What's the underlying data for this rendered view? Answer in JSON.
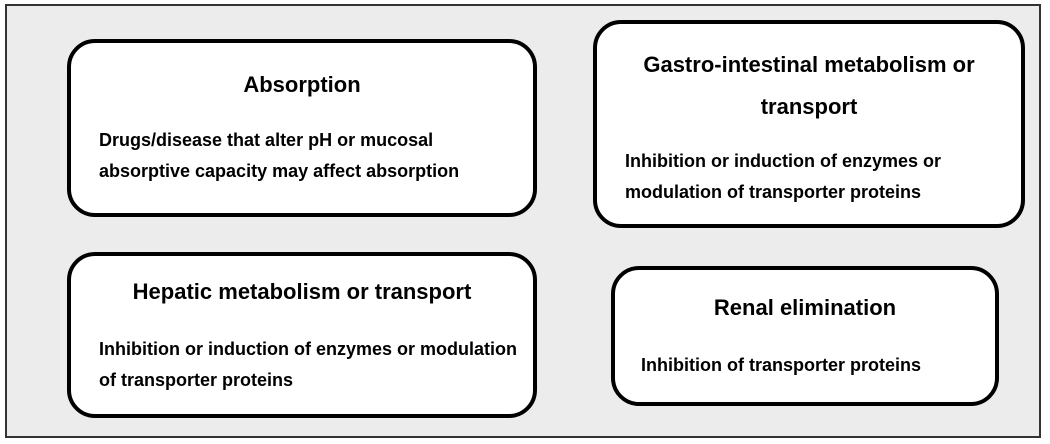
{
  "boxes": {
    "absorption": {
      "title": "Absorption",
      "body": "Drugs/disease that alter pH or mucosal absorptive capacity may affect absorption"
    },
    "gastrointestinal": {
      "title": "Gastro-intestinal metabolism or transport",
      "body": "Inhibition or induction of enzymes or modulation of transporter proteins"
    },
    "hepatic": {
      "title": "Hepatic metabolism or transport",
      "body": "Inhibition or induction of enzymes or modulation of transporter proteins"
    },
    "renal": {
      "title": "Renal elimination",
      "body": "Inhibition of transporter proteins"
    }
  },
  "colors": {
    "background": "#ececec",
    "box_fill": "#ffffff",
    "border": "#000000"
  }
}
